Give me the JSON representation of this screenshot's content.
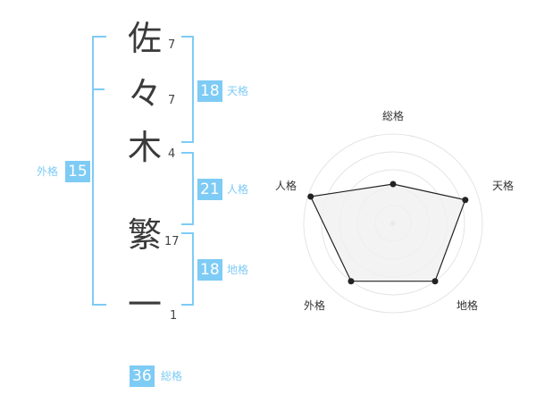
{
  "name": {
    "characters": [
      {
        "char": "佐",
        "strokes": "7"
      },
      {
        "char": "々",
        "strokes": "7"
      },
      {
        "char": "木",
        "strokes": "4"
      },
      {
        "char": "繁",
        "strokes": "17"
      },
      {
        "char": "一",
        "strokes": "1"
      }
    ]
  },
  "fortunes": {
    "tenkaku": {
      "value": "18",
      "label": "天格"
    },
    "jinkaku": {
      "value": "21",
      "label": "人格"
    },
    "chikaku": {
      "value": "18",
      "label": "地格"
    },
    "gaikaku": {
      "value": "15",
      "label": "外格"
    },
    "soukaku": {
      "value": "36",
      "label": "総格"
    }
  },
  "colors": {
    "accent": "#7ecbf5",
    "text": "#3a3a3a",
    "ring": "#e4e4e4",
    "fill": "#f0f0f0"
  },
  "chart_data": {
    "type": "radar",
    "axes": [
      "総格",
      "天格",
      "地格",
      "外格",
      "人格"
    ],
    "values": [
      0.44,
      0.85,
      0.8,
      0.8,
      0.97
    ],
    "range": [
      0,
      1
    ]
  }
}
